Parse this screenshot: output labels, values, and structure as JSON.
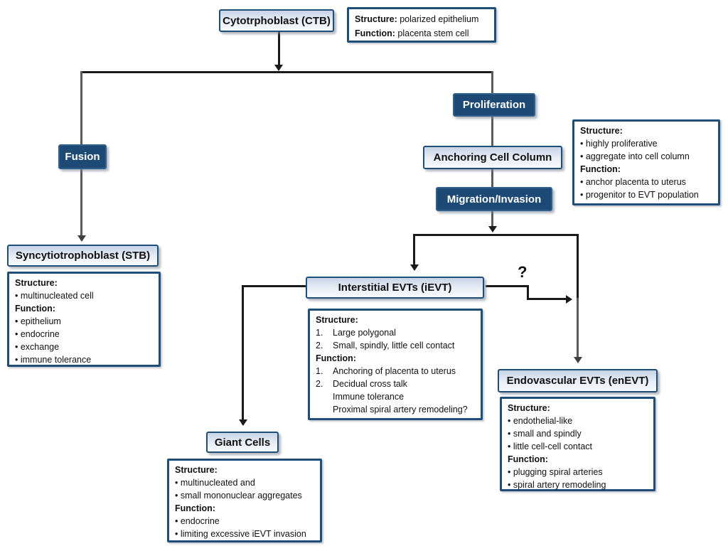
{
  "nodes": {
    "ctb": "Cytotrphoblast (CTB)",
    "fusion": "Fusion",
    "proliferation": "Proliferation",
    "anchoring": "Anchoring Cell Column",
    "migration": "Migration/Invasion",
    "stb": "Syncytiotrophoblast (STB)",
    "ievt": "Interstitial EVTs (iEVT)",
    "giant": "Giant Cells",
    "enevt": "Endovascular EVTs (enEVT)"
  },
  "connector": {
    "question": "?"
  },
  "info": {
    "ctb": {
      "l0_label": "Structure:",
      "l0_text": "polarized epithelium",
      "l1_label": "Function:",
      "l1_text": "placenta stem cell"
    },
    "proliferation": {
      "lines": [
        "Structure:",
        "• highly proliferative",
        "• aggregate into cell column",
        "Function:",
        "• anchor placenta to uterus",
        "• progenitor to EVT population"
      ]
    },
    "stb": {
      "lines": [
        "Structure:",
        "• multinucleated cell",
        "Function:",
        "• epithelium",
        "• endocrine",
        "• exchange",
        "• immune tolerance"
      ]
    },
    "ievt": {
      "lines": [
        {
          "m": "",
          "t": "Structure:"
        },
        {
          "m": "1.",
          "t": "Large polygonal"
        },
        {
          "m": "2.",
          "t": "Small, spindly, little cell contact"
        },
        {
          "m": "",
          "t": "Function:"
        },
        {
          "m": "1.",
          "t": "Anchoring of placenta to uterus"
        },
        {
          "m": "2.",
          "t": "Decidual cross talk"
        },
        {
          "m": "",
          "t": "Immune tolerance"
        },
        {
          "m": "",
          "t": "Proximal spiral artery remodeling?"
        }
      ]
    },
    "giant": {
      "lines": [
        "Structure:",
        "• multinucleated and",
        "• small mononuclear aggregates",
        "Function:",
        "• endocrine",
        "• limiting excessive iEVT invasion"
      ]
    },
    "enevt": {
      "lines": [
        "Structure:",
        "• endothelial-like",
        "• small and spindly",
        "• little cell-cell contact",
        "Function:",
        "• plugging spiral arteries",
        "• spiral artery remodeling"
      ]
    }
  },
  "colors": {
    "dark_node_fill": "#1d4a75",
    "dark_node_border": "#30608e",
    "light_node_border": "#1f4e79",
    "info_box_border": "#1f4e79",
    "connector_black": "#1a1a1a",
    "connector_gray": "#5a5a5a"
  }
}
